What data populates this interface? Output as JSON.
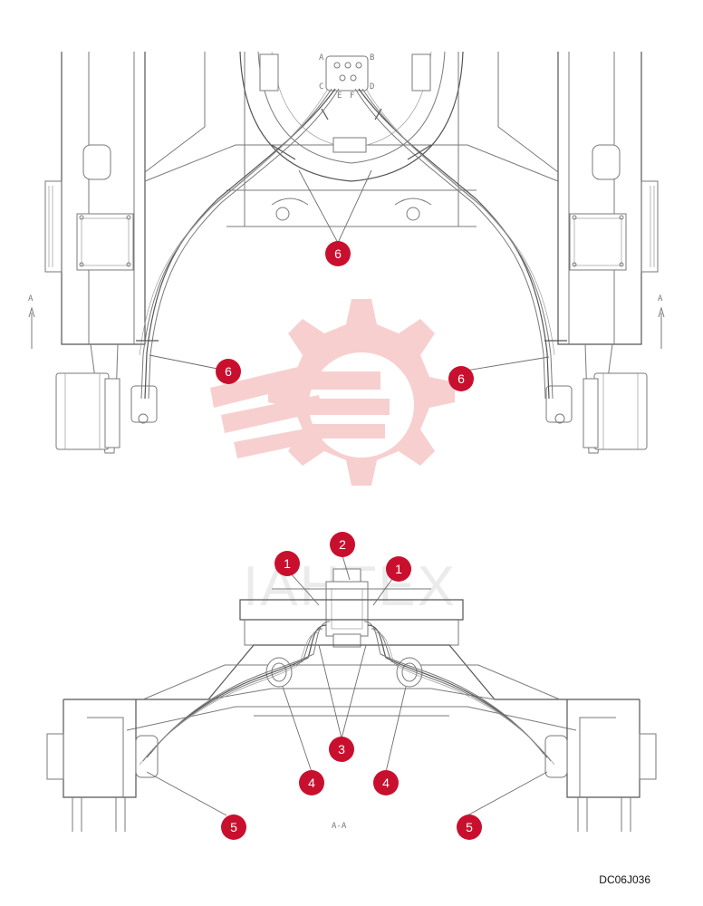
{
  "diagram": {
    "code": "DC06J036",
    "section_label": "A-A",
    "arrow_label": "A",
    "watermark_text": "IAHTEX",
    "port_labels": [
      "A",
      "B",
      "C",
      "D",
      "E",
      "F"
    ],
    "callouts": [
      {
        "id": "c1a",
        "label": "1"
      },
      {
        "id": "c1b",
        "label": "1"
      },
      {
        "id": "c2",
        "label": "2"
      },
      {
        "id": "c3",
        "label": "3"
      },
      {
        "id": "c4a",
        "label": "4"
      },
      {
        "id": "c4b",
        "label": "4"
      },
      {
        "id": "c5a",
        "label": "5"
      },
      {
        "id": "c5b",
        "label": "5"
      },
      {
        "id": "c6a",
        "label": "6"
      },
      {
        "id": "c6b",
        "label": "6"
      },
      {
        "id": "c6c",
        "label": "6"
      }
    ]
  },
  "colors": {
    "badge": "#c8102e",
    "watermark": "#f3b5b5"
  }
}
